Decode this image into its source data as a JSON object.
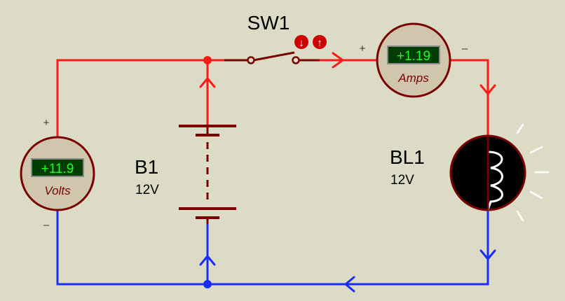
{
  "switch": {
    "ref": "SW1",
    "btn_down": "↓",
    "btn_up": "↑"
  },
  "ammeter": {
    "reading": "+1.19",
    "unit": "Amps",
    "plus": "+",
    "minus": "–"
  },
  "voltmeter": {
    "reading": "+11.9",
    "unit": "Volts",
    "plus": "+",
    "minus": "–"
  },
  "battery": {
    "ref": "B1",
    "value": "12V"
  },
  "lamp": {
    "ref": "BL1",
    "value": "12V"
  },
  "colors": {
    "background": "#dcdcc6",
    "positive_wire": "#ff1a1a",
    "negative_wire": "#1a2cff",
    "component": "#7a0000",
    "meter_face": "#cfc6ad",
    "lcd_bg": "#003d00",
    "lcd_text": "#22ff22",
    "lamp_glow": "#ffffff"
  }
}
